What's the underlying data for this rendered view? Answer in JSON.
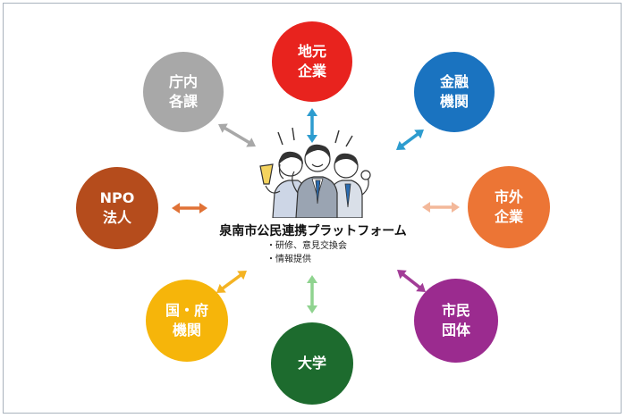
{
  "platform": {
    "title": "泉南市公民連携プラットフォーム",
    "items": [
      "・研修、意見交換会",
      "・情報提供"
    ]
  },
  "nodes": [
    {
      "id": "local-business",
      "lines": [
        "地元",
        "企業"
      ],
      "color": "#e8231e"
    },
    {
      "id": "financial",
      "lines": [
        "金融",
        "機関"
      ],
      "color": "#1a73c0"
    },
    {
      "id": "outside-business",
      "lines": [
        "市外",
        "企業"
      ],
      "color": "#ec7535"
    },
    {
      "id": "citizen-groups",
      "lines": [
        "市民",
        "団体"
      ],
      "color": "#9b2b8f"
    },
    {
      "id": "university",
      "lines": [
        "大学"
      ],
      "color": "#1d6b2e"
    },
    {
      "id": "government",
      "lines": [
        "国・府",
        "機関"
      ],
      "color": "#f6b50a"
    },
    {
      "id": "npo",
      "lines": [
        "NPO",
        "法人"
      ],
      "color": "#b54c1c"
    },
    {
      "id": "internal",
      "lines": [
        "庁内",
        "各課"
      ],
      "color": "#a8a8a8"
    }
  ],
  "arrow_colors": {
    "local-business": "#2d9ccf",
    "financial": "#2d9ccf",
    "outside-business": "#f3b89a",
    "citizen-groups": "#a23d97",
    "university": "#8fd38f",
    "government": "#f4b323",
    "npo": "#e07236",
    "internal": "#a8a8a8"
  },
  "illustration": "three-people-cheering-icon"
}
